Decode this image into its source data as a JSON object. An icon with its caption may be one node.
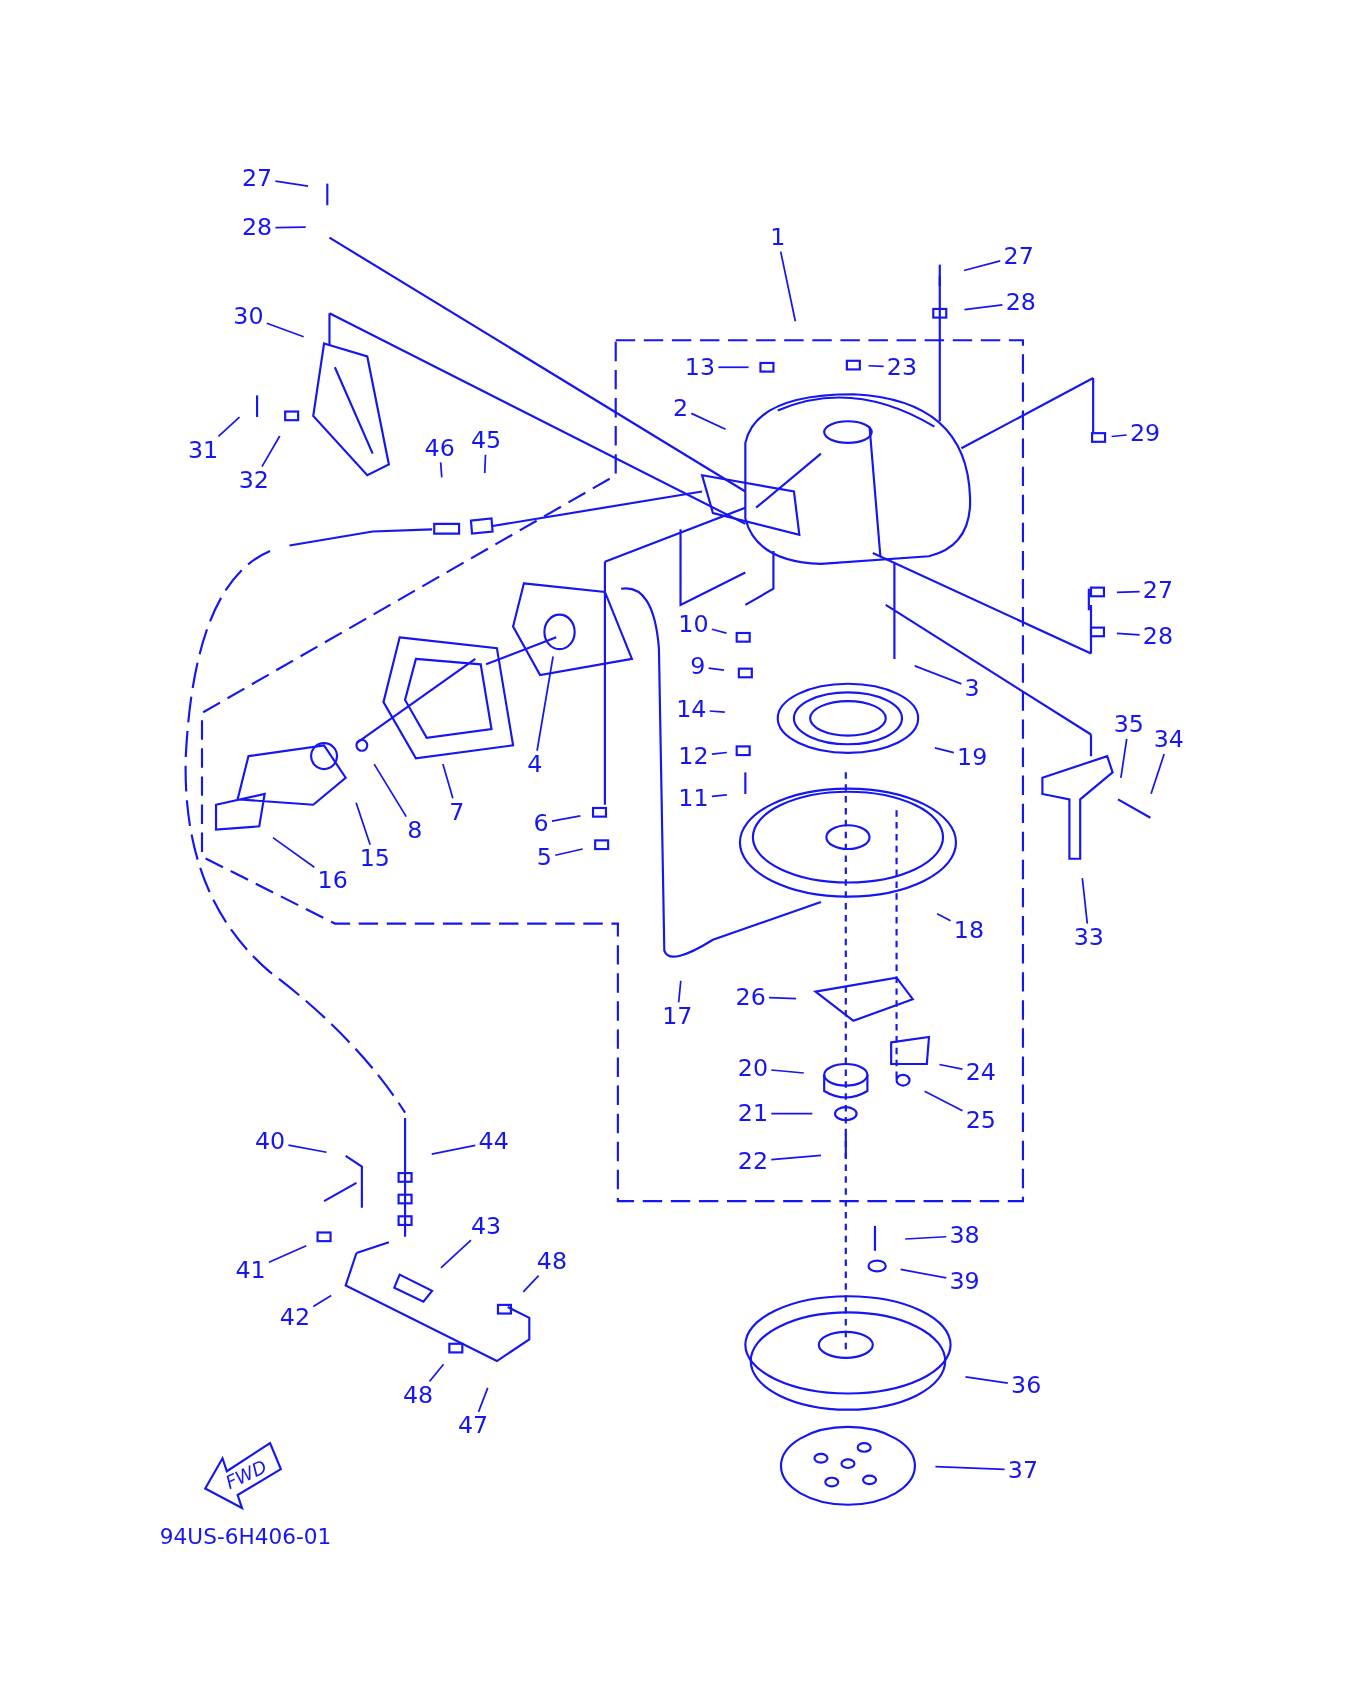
{
  "diagram": {
    "nodes": [
      {
        "text": [
          "27"
        ]
      },
      {
        "text": [
          "28"
        ]
      },
      {
        "text": [
          "1"
        ]
      },
      {
        "text": [
          "27"
        ]
      },
      {
        "text": [
          "28"
        ]
      },
      {
        "text": [
          "30"
        ]
      },
      {
        "text": [
          "13"
        ]
      },
      {
        "text": [
          "23"
        ]
      },
      {
        "text": [
          "2"
        ]
      },
      {
        "text": [
          "29"
        ]
      },
      {
        "text": [
          "31"
        ]
      },
      {
        "text": [
          "46"
        ]
      },
      {
        "text": [
          "45"
        ]
      },
      {
        "text": [
          "32"
        ]
      },
      {
        "text": [
          "27"
        ]
      },
      {
        "text": [
          "10"
        ]
      },
      {
        "text": [
          "28"
        ]
      },
      {
        "text": [
          "9"
        ]
      },
      {
        "text": [
          "3"
        ]
      },
      {
        "text": [
          "14"
        ]
      },
      {
        "text": [
          "35"
        ]
      },
      {
        "text": [
          "34"
        ]
      },
      {
        "text": [
          "19"
        ]
      },
      {
        "text": [
          "12"
        ]
      },
      {
        "text": [
          "4"
        ]
      },
      {
        "text": [
          "11"
        ]
      },
      {
        "text": [
          "7"
        ]
      },
      {
        "text": [
          "6"
        ]
      },
      {
        "text": [
          "8"
        ]
      },
      {
        "text": [
          "5"
        ]
      },
      {
        "text": [
          "15"
        ]
      },
      {
        "text": [
          "16"
        ]
      },
      {
        "text": [
          "18"
        ]
      },
      {
        "text": [
          "33"
        ]
      },
      {
        "text": [
          "17"
        ]
      },
      {
        "text": [
          "26"
        ]
      },
      {
        "text": [
          "20"
        ]
      },
      {
        "text": [
          "24"
        ]
      },
      {
        "text": [
          "21"
        ]
      },
      {
        "text": [
          "25"
        ]
      },
      {
        "text": [
          "40"
        ]
      },
      {
        "text": [
          "44"
        ]
      },
      {
        "text": [
          "22"
        ]
      },
      {
        "text": [
          "43"
        ]
      },
      {
        "text": [
          "38"
        ]
      },
      {
        "text": [
          "48"
        ]
      },
      {
        "text": [
          "41"
        ]
      },
      {
        "text": [
          "39"
        ]
      },
      {
        "text": [
          "42"
        ]
      },
      {
        "text": [
          "36"
        ]
      },
      {
        "text": [
          "48"
        ]
      },
      {
        "text": [
          "47"
        ]
      },
      {
        "text": [
          "37"
        ]
      }
    ],
    "edges": [
      {
        "from": 0,
        "to": null,
        "arrow": "none"
      },
      {
        "from": 1,
        "to": null,
        "arrow": "none"
      },
      {
        "from": 2,
        "to": null,
        "arrow": "none"
      },
      {
        "from": 3,
        "to": null,
        "arrow": "none"
      },
      {
        "from": 4,
        "to": null,
        "arrow": "none"
      },
      {
        "from": 5,
        "to": null,
        "arrow": "none"
      },
      {
        "from": 6,
        "to": null,
        "arrow": "none"
      },
      {
        "from": 7,
        "to": null,
        "arrow": "none"
      },
      {
        "from": 8,
        "to": null,
        "arrow": "none"
      },
      {
        "from": 9,
        "to": null,
        "arrow": "none"
      },
      {
        "from": 10,
        "to": null,
        "arrow": "none"
      },
      {
        "from": 11,
        "to": null,
        "arrow": "none"
      },
      {
        "from": 12,
        "to": null,
        "arrow": "none"
      },
      {
        "from": 13,
        "to": null,
        "arrow": "none"
      },
      {
        "from": 14,
        "to": null,
        "arrow": "none"
      },
      {
        "from": 15,
        "to": null,
        "arrow": "none"
      },
      {
        "from": 16,
        "to": null,
        "arrow": "none"
      },
      {
        "from": 17,
        "to": null,
        "arrow": "none"
      },
      {
        "from": 18,
        "to": null,
        "arrow": "none"
      },
      {
        "from": 19,
        "to": null,
        "arrow": "none"
      },
      {
        "from": 20,
        "to": null,
        "arrow": "none"
      },
      {
        "from": 21,
        "to": null,
        "arrow": "none"
      },
      {
        "from": 22,
        "to": null,
        "arrow": "none"
      },
      {
        "from": 23,
        "to": null,
        "arrow": "none"
      },
      {
        "from": 24,
        "to": null,
        "arrow": "none"
      },
      {
        "from": 25,
        "to": null,
        "arrow": "none"
      },
      {
        "from": 26,
        "to": null,
        "arrow": "none"
      },
      {
        "from": 27,
        "to": null,
        "arrow": "none"
      },
      {
        "from": 28,
        "to": null,
        "arrow": "none"
      },
      {
        "from": 29,
        "to": null,
        "arrow": "none"
      },
      {
        "from": 30,
        "to": null,
        "arrow": "none"
      },
      {
        "from": 31,
        "to": null,
        "arrow": "none"
      },
      {
        "from": 32,
        "to": null,
        "arrow": "none"
      },
      {
        "from": 33,
        "to": null,
        "arrow": "none"
      },
      {
        "from": 34,
        "to": null,
        "arrow": "none"
      },
      {
        "from": 35,
        "to": null,
        "arrow": "none"
      },
      {
        "from": 36,
        "to": null,
        "arrow": "none"
      },
      {
        "from": 37,
        "to": null,
        "arrow": "none"
      },
      {
        "from": 38,
        "to": null,
        "arrow": "none"
      },
      {
        "from": 39,
        "to": null,
        "arrow": "none"
      },
      {
        "from": 40,
        "to": null,
        "arrow": "none"
      },
      {
        "from": 41,
        "to": null,
        "arrow": "none"
      },
      {
        "from": 42,
        "to": null,
        "arrow": "none"
      },
      {
        "from": 43,
        "to": null,
        "arrow": "none"
      },
      {
        "from": 44,
        "to": null,
        "arrow": "none"
      },
      {
        "from": 45,
        "to": null,
        "arrow": "none"
      },
      {
        "from": 46,
        "to": null,
        "arrow": "none"
      },
      {
        "from": 47,
        "to": null,
        "arrow": "none"
      },
      {
        "from": 48,
        "to": null,
        "arrow": "none"
      },
      {
        "from": 49,
        "to": null,
        "arrow": "none"
      },
      {
        "from": 50,
        "to": null,
        "arrow": "none"
      },
      {
        "from": 51,
        "to": null,
        "arrow": "none"
      },
      {
        "from": 52,
        "to": null,
        "arrow": "none"
      }
    ],
    "labels": [
      "FWD",
      "94US-6H406-01"
    ]
  }
}
